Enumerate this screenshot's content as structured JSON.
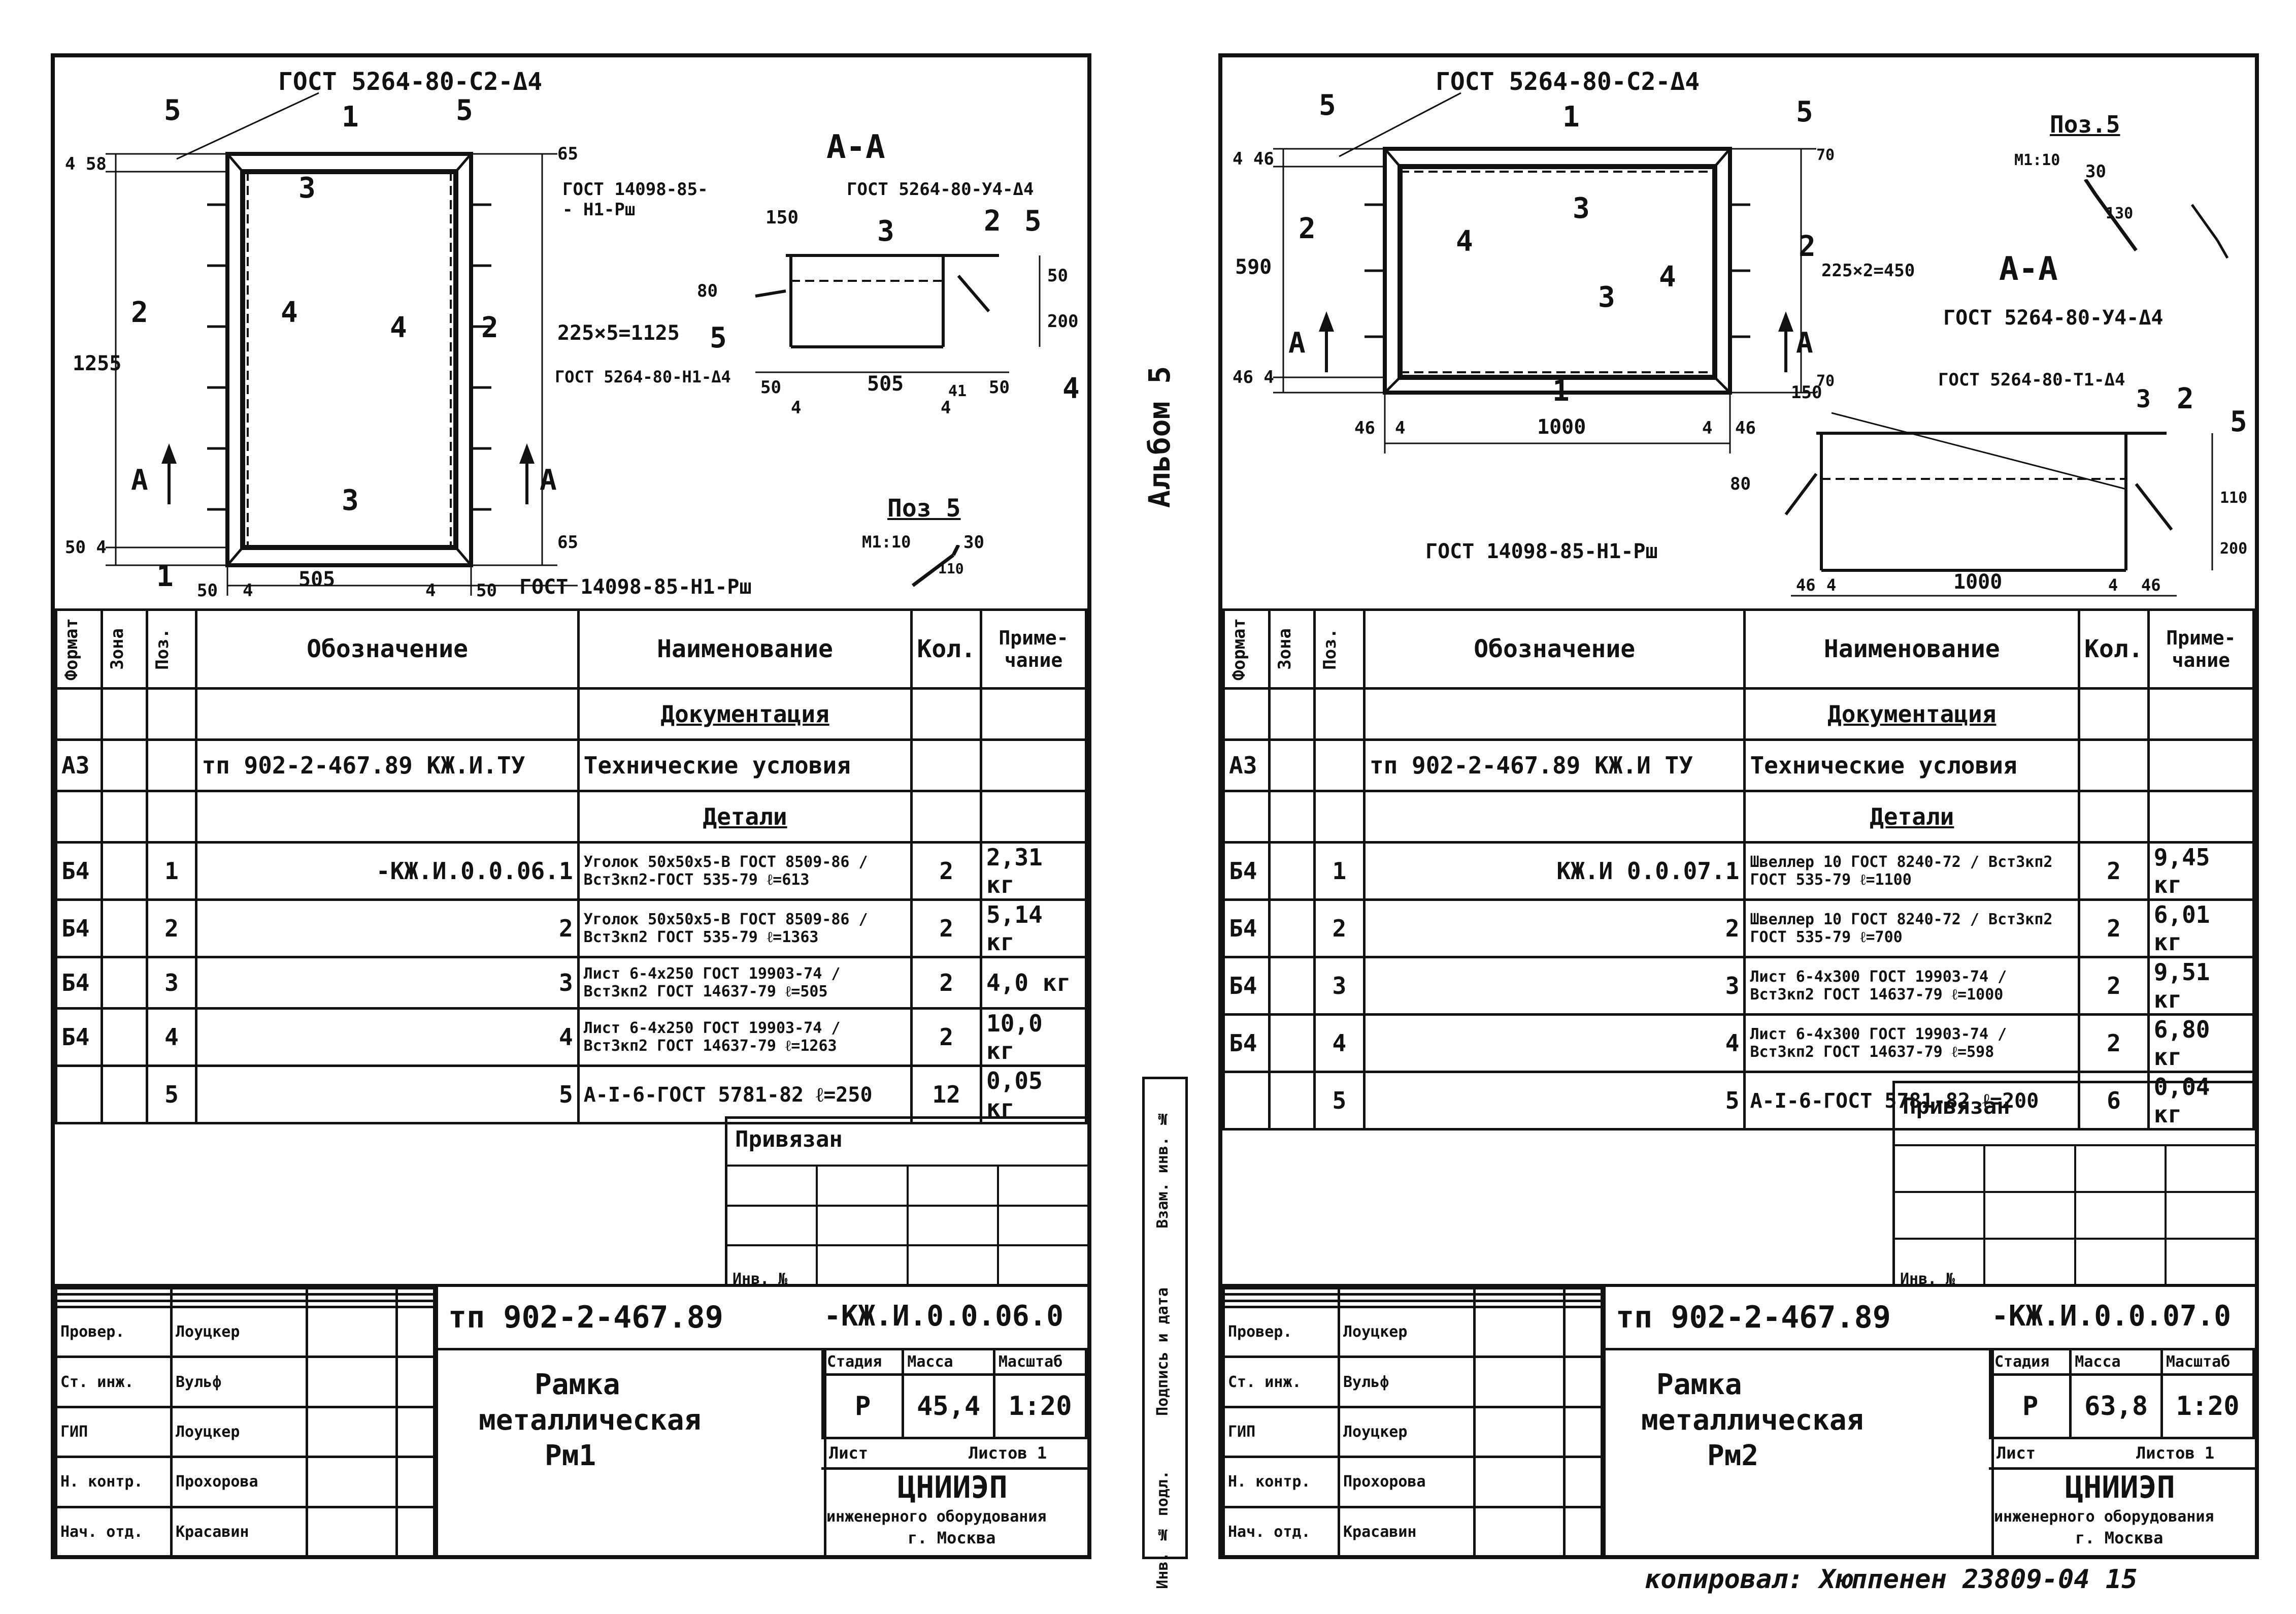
{
  "album_label": "Альбом 5",
  "side_stamp": [
    "Инв. № подл.",
    "Подпись и дата",
    "Взам. инв. №"
  ],
  "footer_note": "копировал: Хюппенен 23809-04  15",
  "sheets": [
    {
      "drawing": {
        "top_label": "ГОСТ 5264-80-С2-Δ4",
        "pos_labels": [
          "5",
          "1",
          "5",
          "3",
          "2",
          "4",
          "4",
          "2",
          "3",
          "1"
        ],
        "dims_left": [
          "4 58",
          "1255",
          "50 4"
        ],
        "dims_bottom": [
          "50",
          "4",
          "505",
          "4",
          "50"
        ],
        "dims_right_top": "65",
        "dims_right": "225×5=1125",
        "dims_right_bottom": "65",
        "section_mark": "А",
        "weld_bottom": "ГОСТ 14098-85-Н1-Рш",
        "section_title": "А-А",
        "section_labels": [
          "ГОСТ 14098-85-",
          "- Н1-Рш",
          "ГОСТ 5264-80-У4-Δ4",
          "150",
          "3",
          "2",
          "5",
          "80",
          "50",
          "200",
          "5",
          "ГОСТ 5264-80-Н1-Δ4",
          "50",
          "505",
          "50",
          "4",
          "4",
          "4",
          "41"
        ],
        "pos5_title": "Поз 5",
        "pos5_scale": "М1:10",
        "pos5_dims": [
          "30",
          "110"
        ]
      },
      "spec": {
        "headers": [
          "Формат",
          "Зона",
          "Поз.",
          "Обозначение",
          "Наименование",
          "Кол.",
          "Приме-чание"
        ],
        "section_docs": "Документация",
        "section_parts": "Детали",
        "rows": [
          {
            "format": "А3",
            "pos": "",
            "designation": "тп 902-2-467.89 КЖ.И.ТУ",
            "name": "Технические условия",
            "qty": "",
            "note": ""
          },
          {
            "format": "Б4",
            "pos": "1",
            "designation": "-КЖ.И.0.0.06.1",
            "name": "Уголок 50х50х5-В ГОСТ 8509-86 / Вст3кп2-ГОСТ 535-79  ℓ=613",
            "qty": "2",
            "note": "2,31 кг"
          },
          {
            "format": "Б4",
            "pos": "2",
            "designation": "2",
            "name": "Уголок 50х50х5-В ГОСТ 8509-86 / Вст3кп2 ГОСТ 535-79  ℓ=1363",
            "qty": "2",
            "note": "5,14 кг"
          },
          {
            "format": "Б4",
            "pos": "3",
            "designation": "3",
            "name": "Лист 6-4х250 ГОСТ 19903-74 / Вст3кп2 ГОСТ 14637-79  ℓ=505",
            "qty": "2",
            "note": "4,0 кг"
          },
          {
            "format": "Б4",
            "pos": "4",
            "designation": "4",
            "name": "Лист 6-4х250 ГОСТ 19903-74 / Вст3кп2 ГОСТ 14637-79  ℓ=1263",
            "qty": "2",
            "note": "10,0 кг"
          },
          {
            "format": "",
            "pos": "5",
            "designation": "5",
            "name": "А-I-6-ГОСТ 5781-82  ℓ=250",
            "qty": "12",
            "note": "0,05 кг"
          }
        ]
      },
      "bound": {
        "label": "Привязан",
        "inv": "Инв. №"
      },
      "title_block": {
        "code": "тп 902-2-467.89",
        "sheet_code": "-КЖ.И.0.0.06.0",
        "title": [
          "Рамка",
          "металлическая",
          "Рм1"
        ],
        "stage_label": "Стадия",
        "mass_label": "Масса",
        "scale_label": "Масштаб",
        "stage": "Р",
        "mass": "45,4",
        "scale": "1:20",
        "sheet_label": "Лист",
        "sheets_label": "Листов 1",
        "org": [
          "ЦНИИЭП",
          "инженерного оборудования",
          "г. Москва"
        ],
        "roles": [
          {
            "role": "Провер.",
            "name": "Лоуцкер"
          },
          {
            "role": "Ст. инж.",
            "name": "Вульф"
          },
          {
            "role": "ГИП",
            "name": "Лоуцкер"
          },
          {
            "role": "Н. контр.",
            "name": "Прохорова"
          },
          {
            "role": "Нач. отд.",
            "name": "Красавин"
          }
        ]
      }
    },
    {
      "drawing": {
        "top_label": "ГОСТ 5264-80-С2-Δ4",
        "pos_labels": [
          "5",
          "1",
          "5",
          "3",
          "2",
          "4",
          "4",
          "2",
          "3",
          "1"
        ],
        "dims_left": [
          "4 46",
          "590",
          "46 4"
        ],
        "dims_bottom": [
          "46",
          "4",
          "1000",
          "4",
          "46"
        ],
        "dims_right_top": "70",
        "dims_right": "225×2=450",
        "dims_right_bottom": "70",
        "section_mark": "А",
        "weld_bottom": "ГОСТ 14098-85-Н1-Рш",
        "section_title": "А-А",
        "section_labels": [
          "ГОСТ 5264-80-У4-Δ4",
          "ГОСТ 5264-80-Т1-Δ4",
          "150",
          "3",
          "2",
          "5",
          "80",
          "110",
          "200",
          "46",
          "4",
          "1000",
          "4",
          "46"
        ],
        "pos5_title": "Поз.5",
        "pos5_scale": "М1:10",
        "pos5_dims": [
          "30",
          "130"
        ]
      },
      "spec": {
        "headers": [
          "Формат",
          "Зона",
          "Поз.",
          "Обозначение",
          "Наименование",
          "Кол.",
          "Приме-чание"
        ],
        "section_docs": "Документация",
        "section_parts": "Детали",
        "rows": [
          {
            "format": "А3",
            "pos": "",
            "designation": "тп 902-2-467.89 КЖ.И  ТУ",
            "name": "Технические условия",
            "qty": "",
            "note": ""
          },
          {
            "format": "Б4",
            "pos": "1",
            "designation": "КЖ.И 0.0.07.1",
            "name": "Швеллер 10 ГОСТ 8240-72 / Вст3кп2 ГОСТ 535-79  ℓ=1100",
            "qty": "2",
            "note": "9,45 кг"
          },
          {
            "format": "Б4",
            "pos": "2",
            "designation": "2",
            "name": "Швеллер 10 ГОСТ 8240-72 / Вст3кп2 ГОСТ 535-79  ℓ=700",
            "qty": "2",
            "note": "6,01 кг"
          },
          {
            "format": "Б4",
            "pos": "3",
            "designation": "3",
            "name": "Лист 6-4х300 ГОСТ 19903-74 / Вст3кп2 ГОСТ 14637-79  ℓ=1000",
            "qty": "2",
            "note": "9,51 кг"
          },
          {
            "format": "Б4",
            "pos": "4",
            "designation": "4",
            "name": "Лист 6-4х300 ГОСТ 19903-74 / Вст3кп2 ГОСТ 14637-79  ℓ=598",
            "qty": "2",
            "note": "6,80 кг"
          },
          {
            "format": "",
            "pos": "5",
            "designation": "5",
            "name": "А-I-6-ГОСТ 5781-82  ℓ=200",
            "qty": "6",
            "note": "0,04 кг"
          }
        ]
      },
      "bound": {
        "label": "Привязан",
        "inv": "Инв. №"
      },
      "title_block": {
        "code": "тп 902-2-467.89",
        "sheet_code": "-КЖ.И.0.0.07.0",
        "title": [
          "Рамка",
          "металлическая",
          "Рм2"
        ],
        "stage_label": "Стадия",
        "mass_label": "Масса",
        "scale_label": "Масштаб",
        "stage": "Р",
        "mass": "63,8",
        "scale": "1:20",
        "sheet_label": "Лист",
        "sheets_label": "Листов 1",
        "org": [
          "ЦНИИЭП",
          "инженерного оборудования",
          "г. Москва"
        ],
        "roles": [
          {
            "role": "Провер.",
            "name": "Лоуцкер"
          },
          {
            "role": "Ст. инж.",
            "name": "Вульф"
          },
          {
            "role": "ГИП",
            "name": "Лоуцкер"
          },
          {
            "role": "Н. контр.",
            "name": "Прохорова"
          },
          {
            "role": "Нач. отд.",
            "name": "Красавин"
          }
        ]
      }
    }
  ]
}
